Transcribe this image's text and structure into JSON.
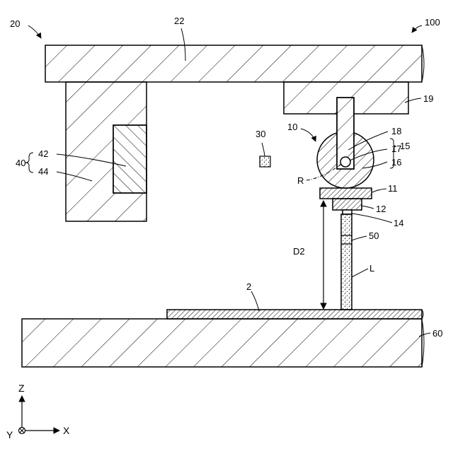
{
  "labels": {
    "device": "100",
    "head_unit": "20",
    "top_plate": "22",
    "block_19": "19",
    "laser_head": "10",
    "lens_18": "18",
    "lens_17": "17",
    "lens_16": "16",
    "group_15": "15",
    "radius": "R",
    "sensor": "30",
    "part_11": "11",
    "part_12": "12",
    "part_14": "14",
    "part_50": "50",
    "beam": "L",
    "distance": "D2",
    "workpiece": "2",
    "stage": "60",
    "group_40": "40",
    "part_42": "42",
    "part_44": "44"
  },
  "axes": {
    "z": "Z",
    "x": "X",
    "y": "Y"
  }
}
